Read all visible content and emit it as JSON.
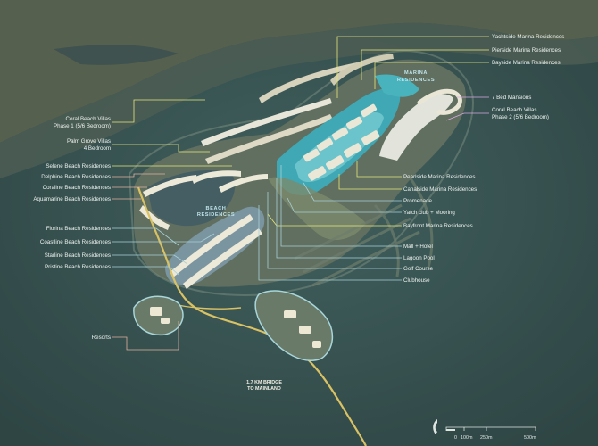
{
  "labels_left": {
    "coral_beach_villas_1_l1": "Coral Beach Villas",
    "coral_beach_villas_1_l2": "Phase 1 (5/6 Bedroom)",
    "palm_grove_villas_l1": "Palm Grove Villas",
    "palm_grove_villas_l2": "4 Bedroom",
    "selene": "Selene Beach Residences",
    "delphine": "Delphine Beach Residences",
    "coraline": "Coraline Beach Residences",
    "aquamarine": "Aquamarine Beach Residences",
    "fiorina": "Fiorina Beach Residences",
    "coastline": "Coastline Beach Residences",
    "starline": "Starline Beach Residences",
    "pristine": "Pristine Beach Residences",
    "resorts": "Resorts"
  },
  "labels_right": {
    "yachtside": "Yachtside Marina Residences",
    "pierside": "Pierside Marina Residences",
    "bayside": "Bayside Marina Residences",
    "mansions": "7 Bed Mansions",
    "coral_beach_villas_2_l1": "Coral Beach Villas",
    "coral_beach_villas_2_l2": "Phase 2 (5/6 Bedroom)",
    "pearlside": "Pearlside Marina Residences",
    "canalside": "Canalside Marina Residences",
    "promenade": "Promenade",
    "yacht_club": "Yatch club + Mooring",
    "bayfront": "Bayfront Marina Residences",
    "mall": "Mall + Hotel",
    "lagoon": "Lagoon Pool",
    "golf": "Golf Course",
    "clubhouse": "Clubhouse"
  },
  "zones": {
    "marina_l1": "MARINA",
    "marina_l2": "RESIDENCES",
    "beach_l1": "BEACH",
    "beach_l2": "RESIDENCES"
  },
  "bridge": {
    "line1": "1.7 KM BRIDGE",
    "line2": "TO MAINLAND"
  },
  "scale": {
    "t0": "0",
    "t1": "100m",
    "t2": "250m",
    "t3": "500m"
  },
  "colors": {
    "sea": "#3b5352",
    "land": "#62705f",
    "lagoon": "#3fa8b4",
    "beach_zone": "#8fb4d4",
    "road": "#d9c264"
  }
}
